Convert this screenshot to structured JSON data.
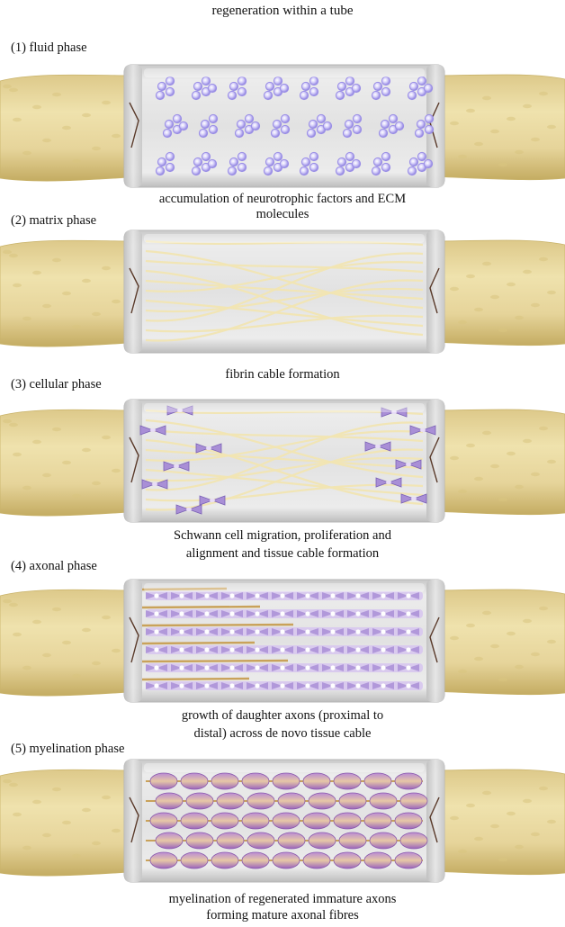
{
  "title": "regeneration within a tube",
  "phases": [
    {
      "label": "(1) fluid phase",
      "caption_lines": [
        "accumulation of neurotrophic factors and ECM",
        "molecules"
      ]
    },
    {
      "label": "(2) matrix phase",
      "caption_lines": [
        "fibrin cable formation"
      ]
    },
    {
      "label": "(3) cellular phase",
      "caption_lines": [
        "Schwann cell migration, proliferation and",
        "alignment and tissue cable formation"
      ]
    },
    {
      "label": "(4) axonal phase",
      "caption_lines": [
        "growth of daughter axons (proximal to",
        "distal) across de novo tissue cable"
      ]
    },
    {
      "label": "(5) myelination phase",
      "caption_lines": [
        "myelination of regenerated immature axons",
        "forming mature axonal fibres"
      ]
    }
  ],
  "colors": {
    "nerve": "#e8d9a0",
    "nerve_shadow": "#c9b36a",
    "tube": "#dcdcdc",
    "tube_end": "#c8c8c8",
    "molecule": "#9a8ee6",
    "fibrin": "#f1e5b2",
    "schwann_cell": "#a98fd6",
    "axon": "#c9a25a",
    "myelin": "#9b6cc0"
  }
}
